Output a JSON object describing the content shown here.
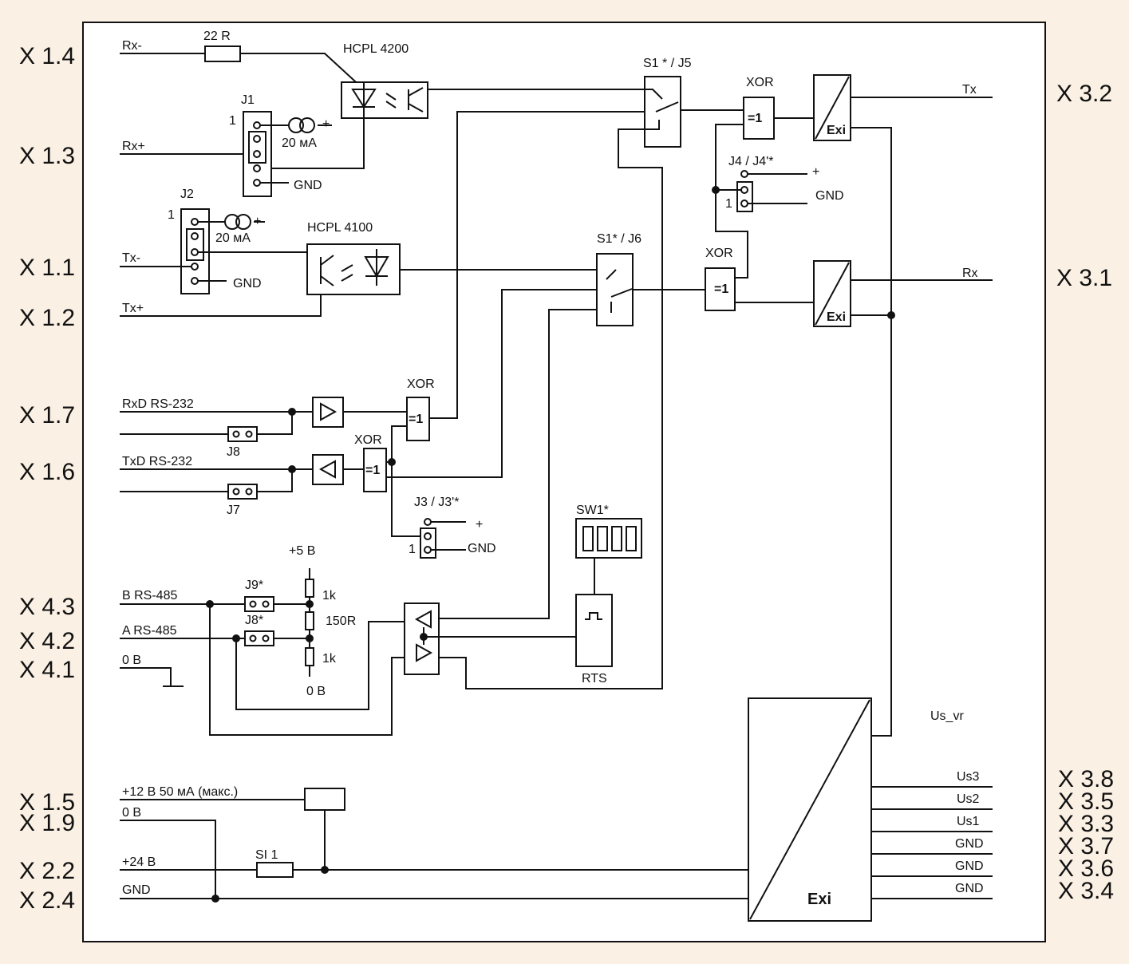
{
  "ports_left": [
    "X 1.4",
    "X 1.3",
    "X 1.1",
    "X 1.2",
    "X 1.7",
    "X 1.6",
    "X 4.3",
    "X 4.2",
    "X 4.1",
    "X 1.5",
    "X 1.9",
    "X 2.2",
    "X 2.4"
  ],
  "ports_right": [
    "X 3.2",
    "X 3.1",
    "X 3.8",
    "X 3.5",
    "X 3.3",
    "X 3.7",
    "X 3.6",
    "X 3.4"
  ],
  "signals": {
    "rx_minus": "Rx-",
    "rx_plus": "Rx+",
    "tx_minus": "Tx-",
    "tx_plus": "Tx+",
    "rxd": "RxD RS-232",
    "txd": "TxD RS-232",
    "b485": "B RS-485",
    "a485": "A  RS-485",
    "zero_v": "0 B",
    "p12": "+12 B 50 мА (макс.)",
    "p24": "+24 B",
    "gnd": "GND",
    "tx_out": "Tx",
    "rx_out": "Rx",
    "us_vr": "Us_vr",
    "us3": "Us3",
    "us2": "Us2",
    "us1": "Us1",
    "gnd1": "GND",
    "gnd2": "GND",
    "gnd3": "GND"
  },
  "components": {
    "r22": "22 R",
    "hcpl4200": "HCPL 4200",
    "hcpl4100": "HCPL 4100",
    "j1": "J1",
    "j2": "J2",
    "j3": "J3 / J3'*",
    "j4": "J4 / J4'*",
    "j7": "J7",
    "j8": "J8",
    "j9s": "J9*",
    "j8s": "J8*",
    "pin1": "1",
    "ma20": "20 мА",
    "plus": "+",
    "gnd_local": "GND",
    "s1j5": "S1 * / J5",
    "s1j6": "S1* / J6",
    "xor": "XOR",
    "eq1": "=1",
    "exi": "Exi",
    "sw1": "SW1*",
    "rts": "RTS",
    "p5v": "+5 B",
    "r1k": "1k",
    "r150": "150R",
    "zero_b": "0 B",
    "si1": "SI 1"
  }
}
